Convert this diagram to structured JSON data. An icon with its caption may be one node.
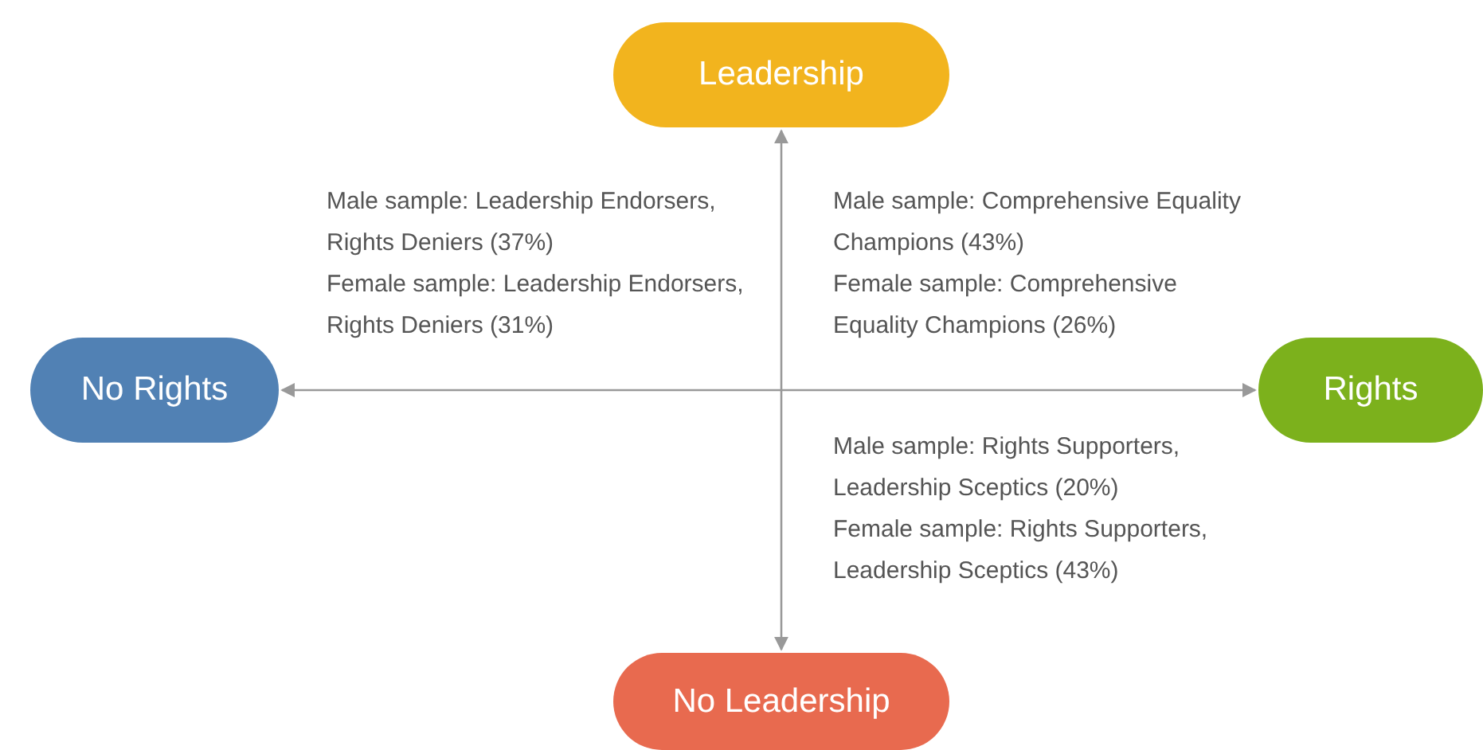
{
  "diagram": {
    "nodes": [
      {
        "text": [
          "Leadership"
        ]
      },
      {
        "text": [
          "No Rights"
        ]
      },
      {
        "text": [
          "Rights"
        ]
      },
      {
        "text": [
          "No Leadership"
        ]
      }
    ],
    "edges": [
      {
        "from": 0,
        "to": 3,
        "arrow": "both"
      },
      {
        "from": 1,
        "to": 2,
        "arrow": "both"
      }
    ],
    "labels": [
      "Male sample: Leadership Endorsers, Rights Deniers (37%)",
      "Female sample: Leadership Endorsers, Rights Deniers (31%)",
      "Male sample: Comprehensive Equality Champions (43%)",
      "Female sample: Comprehensive Equality Champions (26%)",
      "Male sample: Rights Supporters, Leadership Sceptics (20%)",
      "Female sample: Rights Supporters, Leadership Sceptics (43%)"
    ]
  }
}
